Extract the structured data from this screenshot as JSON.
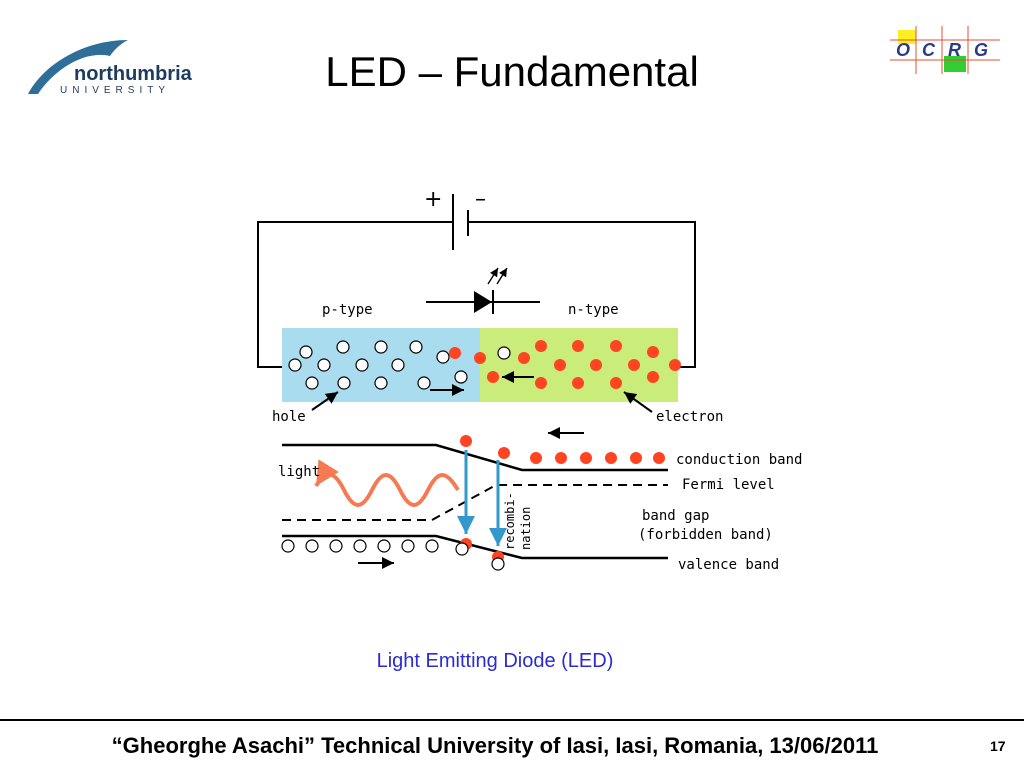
{
  "header": {
    "title": "LED – Fundamental",
    "logo_left": {
      "name": "northumbria",
      "sub": "UNIVERSITY"
    },
    "logo_right": {
      "letters": [
        "O",
        "C",
        "R",
        "G"
      ]
    }
  },
  "diagram": {
    "plus": "+",
    "minus": "–",
    "p_type": "p-type",
    "n_type": "n-type",
    "hole": "hole",
    "electron": "electron",
    "light": "light",
    "recombination_1": "recombi-",
    "recombination_2": "nation",
    "conduction_band": "conduction band",
    "fermi_level": "Fermi level",
    "band_gap": "band gap",
    "forbidden_band": "(forbidden band)",
    "valence_band": "valence band",
    "colors": {
      "p_region": "#a9dcee",
      "n_region": "#c9ec7a",
      "electron": "#ff4422",
      "light_wave": "#f57a52",
      "recombination_arrow": "#3399cc"
    }
  },
  "caption": "Light Emitting Diode (LED)",
  "footer": {
    "text": "“Gheorghe Asachi” Technical University of Iasi, Iasi, Romania, 13/06/2011",
    "page_number": "17"
  }
}
